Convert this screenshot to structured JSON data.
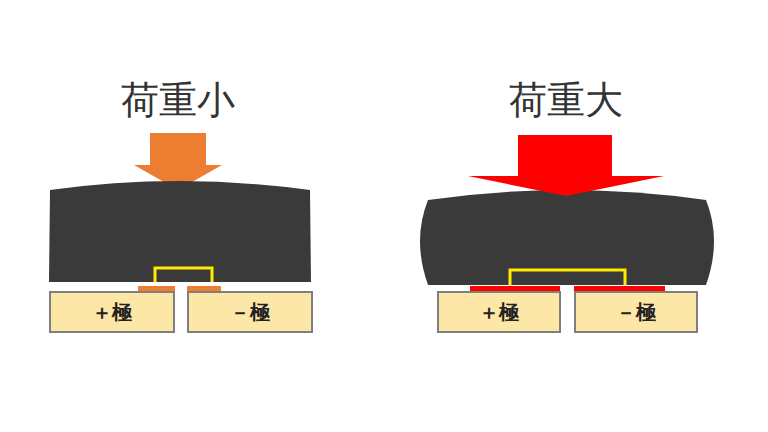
{
  "diagram": {
    "nodes": [
      {
        "text": [
          "＋極"
        ]
      },
      {
        "text": [
          "－極"
        ]
      },
      {
        "text": [
          "＋極"
        ]
      },
      {
        "text": [
          "－極"
        ]
      }
    ],
    "labels": [
      "荷重小",
      "荷重大"
    ]
  }
}
